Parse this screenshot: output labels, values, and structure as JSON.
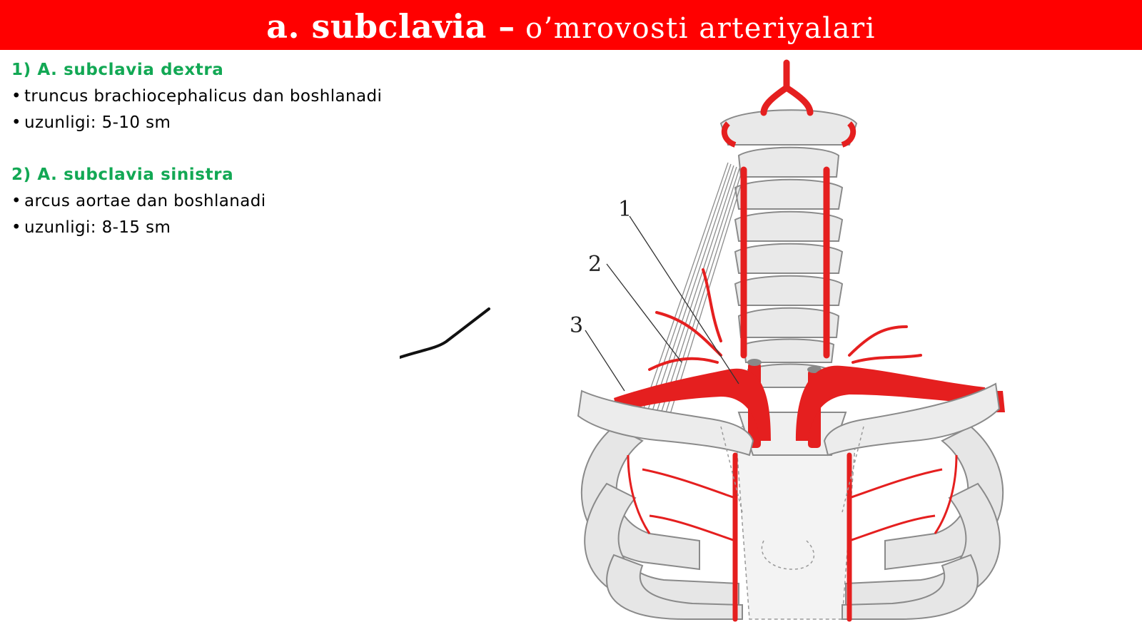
{
  "title": {
    "bold": "a. subclavia –",
    "normal": " o’mrovosti arteriyalari"
  },
  "section1": {
    "heading": "1) A. subclavia dextra",
    "bullets": [
      "truncus brachiocephalicus dan boshlanadi",
      "uzunligi: 5-10 sm"
    ]
  },
  "section2": {
    "heading": "2) A. subclavia sinistra",
    "bullets": [
      "arcus aortae dan boshlanadi",
      "uzunligi: 8-15 sm"
    ]
  },
  "bullet_symbol": "•",
  "figure": {
    "labels": [
      "1",
      "2",
      "3"
    ]
  },
  "colors": {
    "title_bar": "#ff0000",
    "heading": "#12a854",
    "artery": "#e51f1f",
    "bone": "#e6e6e6"
  }
}
